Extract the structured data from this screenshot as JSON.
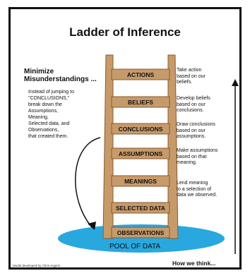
{
  "title": "Ladder of Inference",
  "left_heading": [
    "Minimize",
    "Misunderstandings ..."
  ],
  "left_body": [
    "Instead of jumping to",
    "\"CONCLUSIONS,\"",
    "break down the",
    "Assumptions,",
    "Meaning,",
    "Selected data, and",
    "Observations,",
    "that created them."
  ],
  "rungs": [
    {
      "label": "ACTIONS",
      "note": [
        "Take action",
        "based on our",
        "beliefs."
      ]
    },
    {
      "label": "BELIEFS",
      "note": [
        "Develop beliefs",
        "based on our",
        "conclusions."
      ]
    },
    {
      "label": "CONCLUSIONS",
      "note": [
        "Draw conclusions",
        "based on our",
        "assumptions."
      ]
    },
    {
      "label": "ASSUMPTIONS",
      "note": [
        "Make assumptions",
        "based on that",
        "meaning."
      ]
    },
    {
      "label": "MEANINGS",
      "note": [
        "Lend meaning",
        "to a selection of",
        "data we observed."
      ]
    },
    {
      "label": "SELECTED DATA",
      "note": []
    },
    {
      "label": "OBSERVATIONS",
      "note": []
    }
  ],
  "pool_label": "POOL OF DATA",
  "bottom_right_label": "How we think...",
  "credit": "Model developed by Chris Argyris",
  "colors": {
    "ladder_wood": "#c79a6a",
    "ladder_dark": "#8a5a2e",
    "pool": "#29a8e0",
    "ink": "#111111"
  }
}
